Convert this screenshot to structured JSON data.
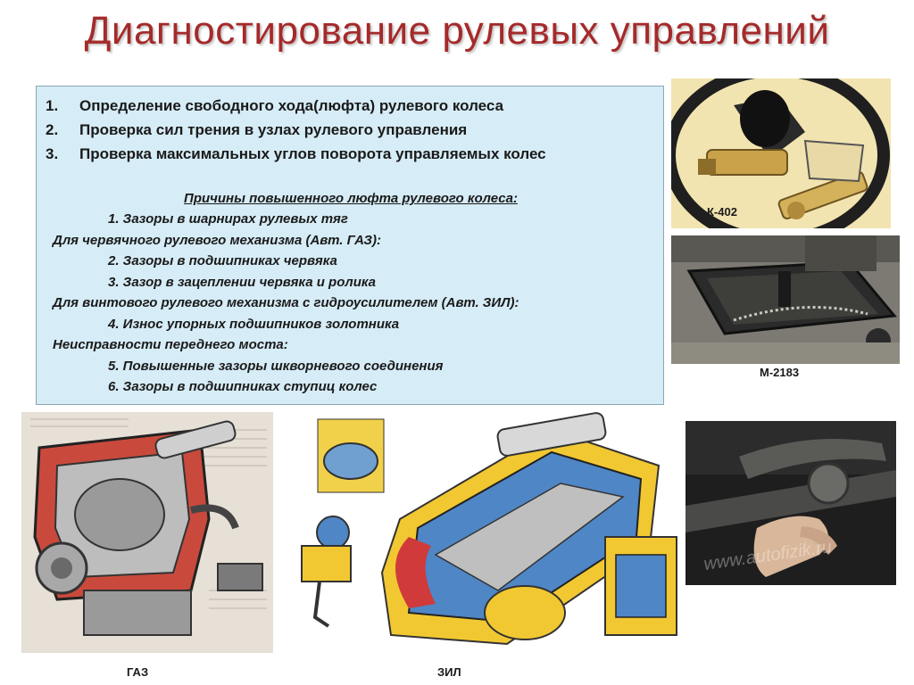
{
  "title": "Диагностирование рулевых управлений",
  "main_list": [
    {
      "num": "1.",
      "text": "Определение свободного хода(люфта) рулевого колеса"
    },
    {
      "num": "2.",
      "text": "Проверка сил трения в узлах рулевого управления"
    },
    {
      "num": "3.",
      "text": "Проверка максимальных углов поворота управляемых колес"
    }
  ],
  "causes": {
    "heading": "Причины повышенного люфта рулевого колеса:",
    "item1": "1. Зазоры в шарнирах рулевых тяг",
    "group_gaz": "Для червячного рулевого механизма (Авт. ГАЗ):",
    "item2": "2. Зазоры в подшипниках червяка",
    "item3": "3. Зазор в зацеплении червяка и ролика",
    "group_zil": "Для винтового рулевого механизма с гидроусилителем (Авт. ЗИЛ):",
    "item4": "4. Износ упорных подшипников золотника",
    "group_axle": "Неисправности переднего моста:",
    "item5": "5. Повышенные зазоры шкворневого соединения",
    "item6": "6. Зазоры в подшипниках ступиц колес"
  },
  "captions": {
    "k402": "К-402",
    "m2183": "М-2183",
    "gaz": "ГАЗ",
    "zil": "ЗИЛ"
  },
  "watermark": "www.autofizik.ru"
}
